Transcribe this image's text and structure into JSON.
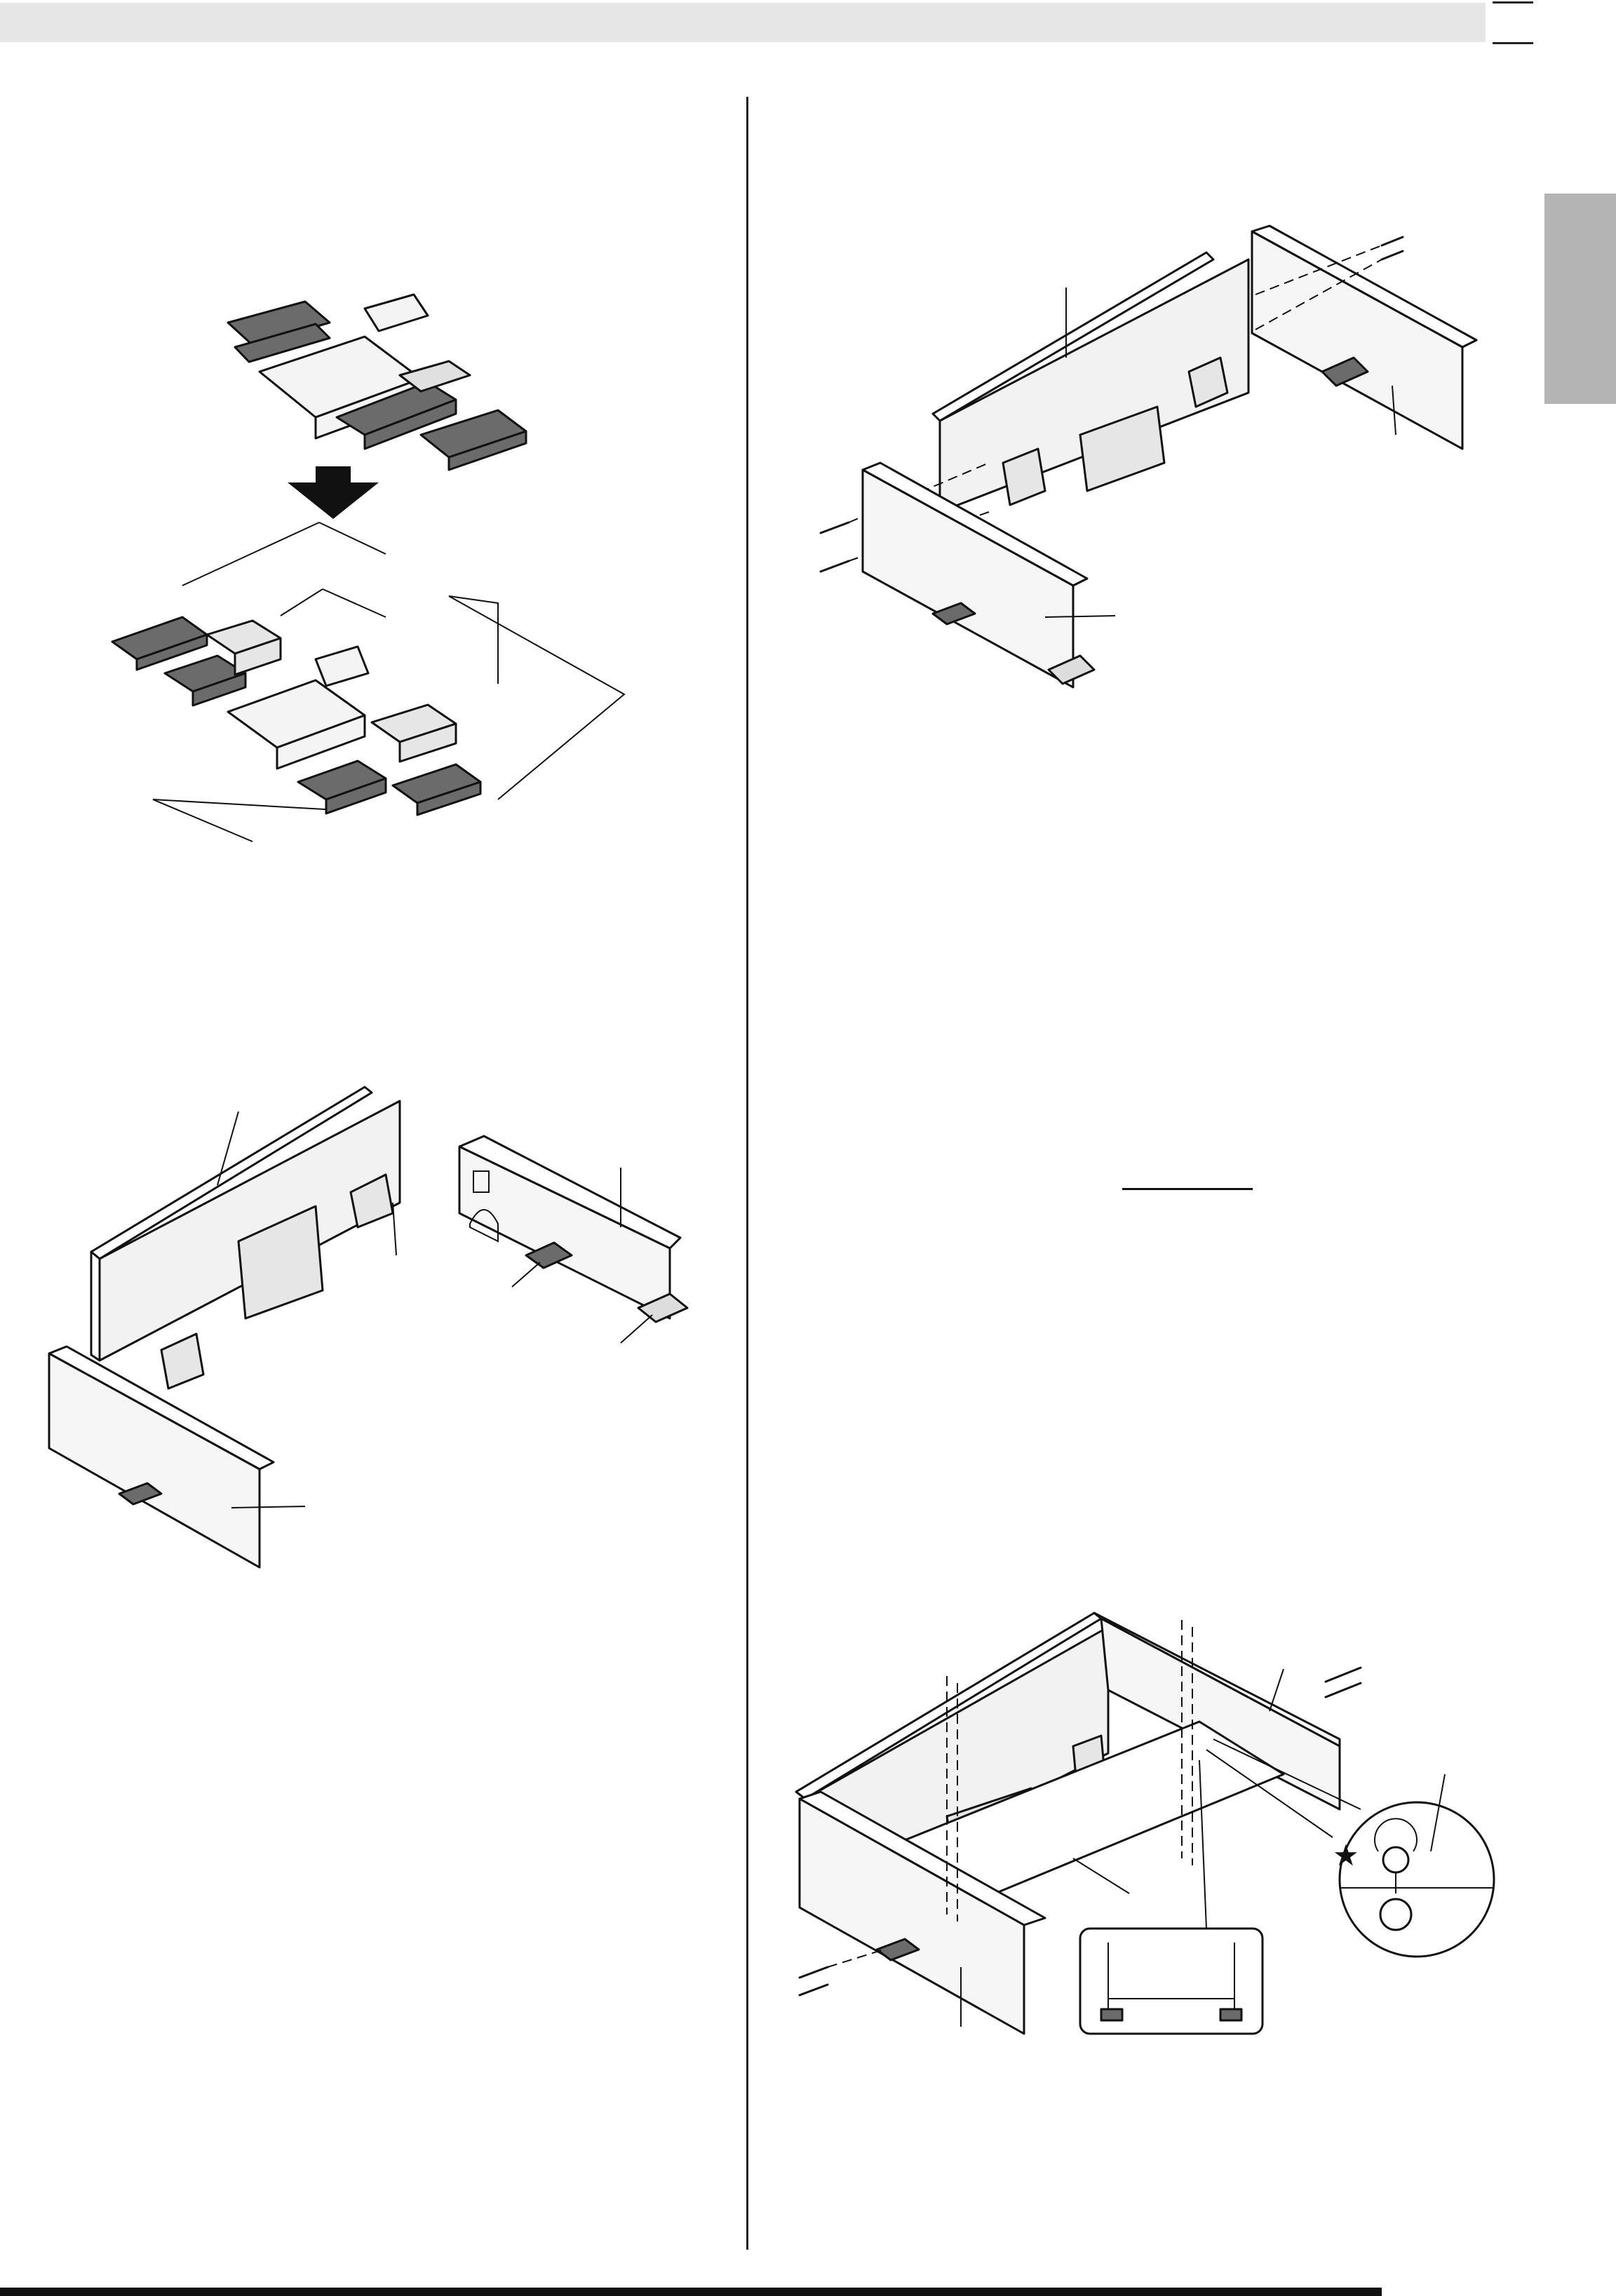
{
  "page": {
    "header_bar_color": "#e6e6e6",
    "side_tab_color": "#b4b4b4",
    "divider_color": "#222222"
  },
  "figures": {
    "packing_foam": {
      "icon": "packing-foam-illustration",
      "part_color": "#6b6b6b"
    },
    "parts_layout": {
      "icon": "stand-parts-illustration",
      "part_color": "#d8d8d8"
    },
    "side_panel_assembly": {
      "icon": "side-panel-screw-assembly-illustration"
    },
    "bottom_assembly": {
      "icon": "bottom-panel-assembly-illustration",
      "star_glyph": "★"
    }
  }
}
